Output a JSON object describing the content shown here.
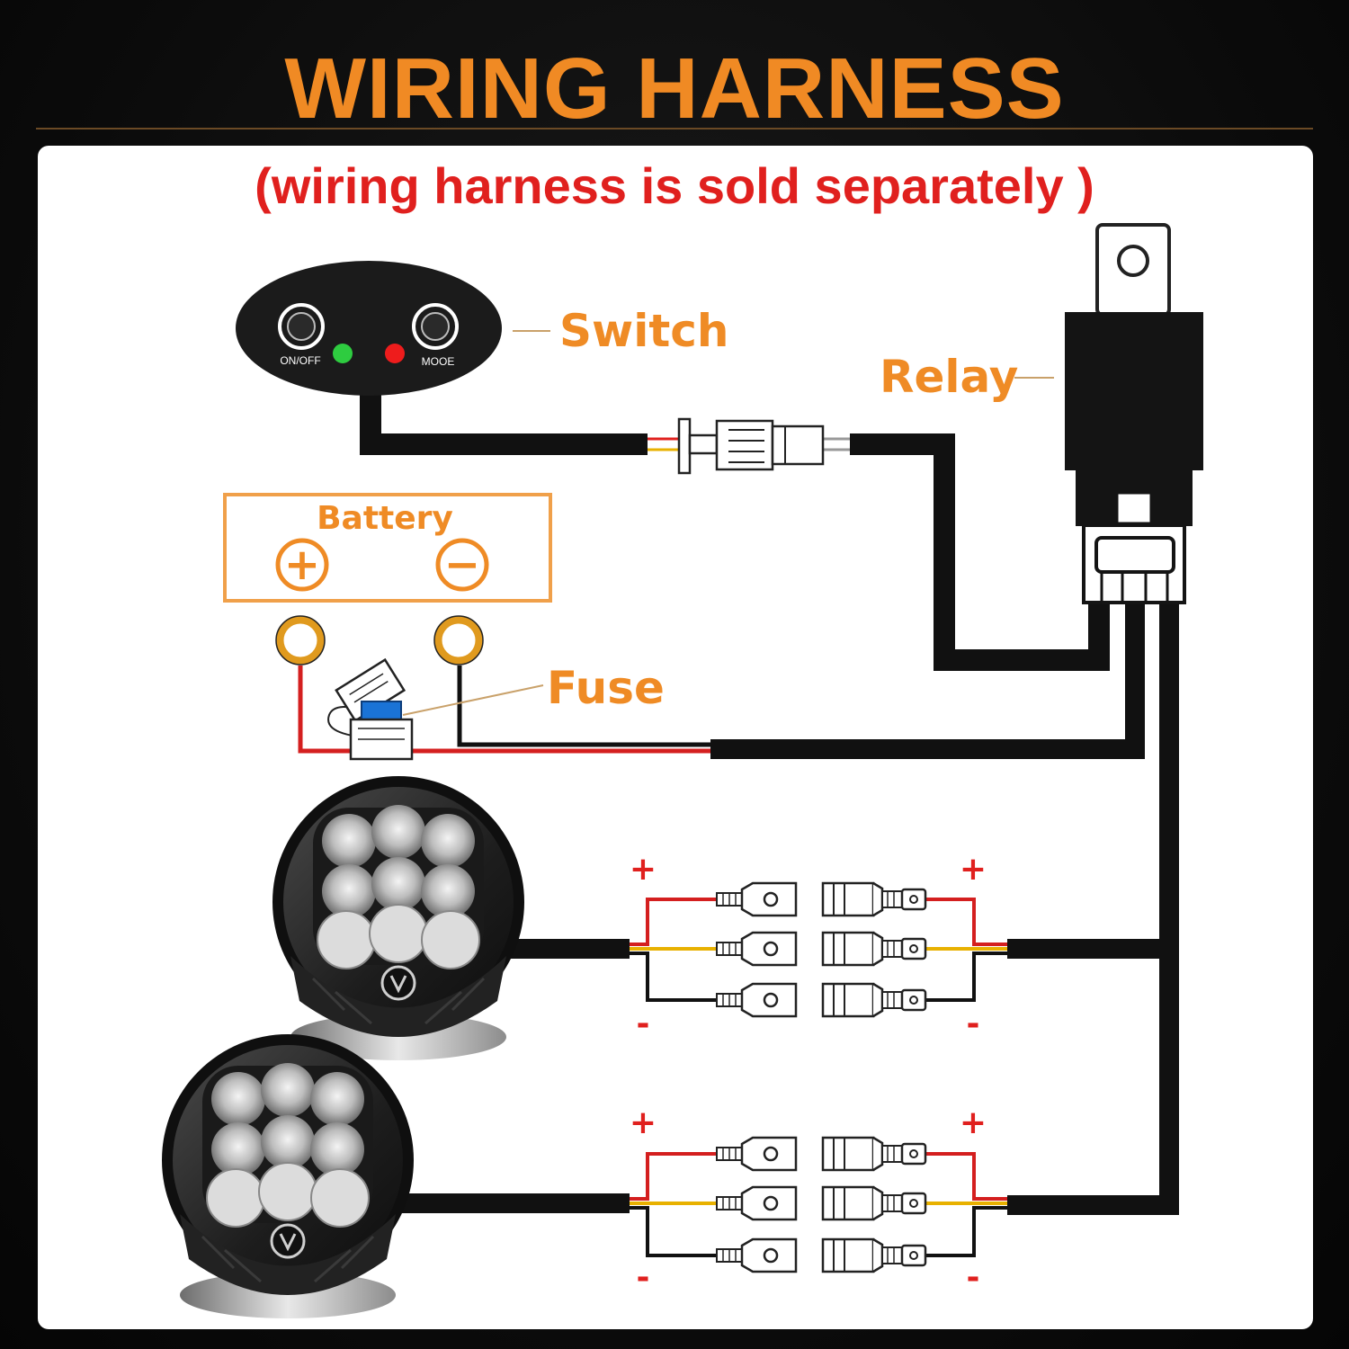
{
  "header": {
    "title": "WIRING HARNESS RECOMMEND",
    "subtitle": "(wiring harness is sold separately )"
  },
  "labels": {
    "switch": "Switch",
    "relay": "Relay",
    "battery": "Battery",
    "fuse": "Fuse"
  },
  "switch_panel": {
    "left_button": "ON/OFF",
    "right_button": "MOOE"
  },
  "battery_terminals": {
    "positive": "+",
    "negative": "−"
  },
  "polarity": {
    "positive": "+",
    "negative": "-"
  },
  "colors": {
    "accent": "#ef8b25",
    "warning_red": "#e0201e",
    "wire_black": "#111111",
    "wire_red": "#d41f1f",
    "wire_yellow": "#e8b100",
    "led_green": "#2ecc40",
    "led_red": "#ee1c1c"
  },
  "icons": [
    "switch-panel-icon",
    "relay-icon",
    "battery-icon",
    "fuse-icon",
    "light-pod-icon",
    "connector-icon",
    "ring-terminal-icon"
  ]
}
